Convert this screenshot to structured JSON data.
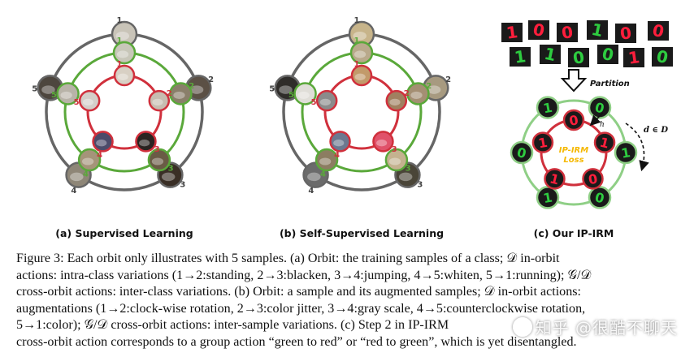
{
  "panels": {
    "a": {
      "label": "(a) Supervised Learning",
      "outer_numbers": [
        "1",
        "2",
        "3",
        "4",
        "5"
      ],
      "green_numbers": [
        "1",
        "2",
        "3",
        "4",
        "5"
      ],
      "red_numbers": [
        "1",
        "2",
        "3",
        "4",
        "5"
      ]
    },
    "b": {
      "label": "(b) Self-Supervised Learning",
      "outer_numbers": [
        "1",
        "2",
        "3",
        "4",
        "5"
      ],
      "green_numbers": [
        "1",
        "2",
        "3",
        "4",
        "5"
      ],
      "red_numbers": [
        "1",
        "2",
        "3",
        "4",
        "5"
      ]
    },
    "c": {
      "label": "(c) Our IP-IRM",
      "partition_label": "Partition",
      "loss_line1": "IP-IRM",
      "loss_line2": "Loss",
      "h_label": "h",
      "d_label": "d ∈ D",
      "digit_grid": [
        "1",
        "0",
        "0",
        "1",
        "0",
        "0",
        "1",
        "1",
        "0",
        "0",
        "1",
        "0"
      ],
      "green_ring_digits": [
        "1",
        "0",
        "1",
        "0",
        "1",
        "0"
      ],
      "red_ring_digits": [
        "0",
        "1",
        "0",
        "1",
        "1"
      ]
    }
  },
  "caption": {
    "line1": "Figure 3: Each orbit only illustrates with 5 samples. (a) Orbit: the training samples of a class; 𝒟 in-orbit",
    "line2": "actions: intra-class variations (1→2:standing, 2→3:blacken, 3→4:jumping, 4→5:whiten, 5→1:running); 𝒢/𝒟",
    "line3": "cross-orbit actions: inter-class variations. (b) Orbit: a sample and its augmented samples; 𝒟 in-orbit actions:",
    "line4": "augmentations (1→2:clock-wise rotation, 2→3:color jitter, 3→4:gray scale, 4→5:counterclockwise rotation,",
    "line5": "5→1:color); 𝒢/𝒟 cross-orbit actions: inter-sample variations. (c) Step 2 in IP-IRM",
    "line6": "cross-orbit action corresponds to a group action “green to red” or “red to green”, which is yet disentangled."
  },
  "watermark": "知乎 @很酷不聊天",
  "colors": {
    "outer_ring": "#666666",
    "green_ring": "#5aa83a",
    "red_ring": "#d0303c",
    "dark_digit_bg": "#1a1a1a",
    "green_digit": "#2ecc40",
    "red_digit": "#ff1e3c",
    "loss_text": "#f5b800"
  }
}
